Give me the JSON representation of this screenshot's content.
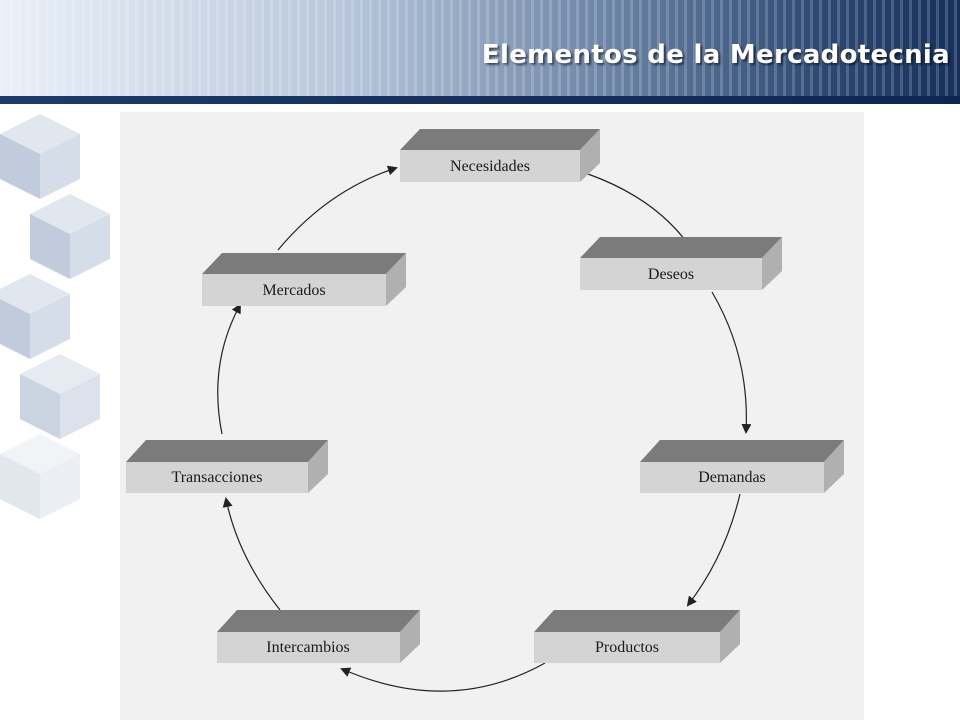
{
  "header": {
    "title": "Elementos de la Mercadotecnia"
  },
  "colors": {
    "banner_dark": "#16305c",
    "box_top": "#7b7b7b",
    "box_front": "#d4d4d4",
    "box_side": "#b0b0b0",
    "arrow": "#222222",
    "panel_bg": "#f1f1f1"
  },
  "diagram": {
    "cycle": [
      {
        "id": "necesidades",
        "label": "Necesidades"
      },
      {
        "id": "deseos",
        "label": "Deseos"
      },
      {
        "id": "demandas",
        "label": "Demandas"
      },
      {
        "id": "productos",
        "label": "Productos"
      },
      {
        "id": "intercambios",
        "label": "Intercambios"
      },
      {
        "id": "transacciones",
        "label": "Transacciones"
      },
      {
        "id": "mercados",
        "label": "Mercados"
      }
    ]
  }
}
